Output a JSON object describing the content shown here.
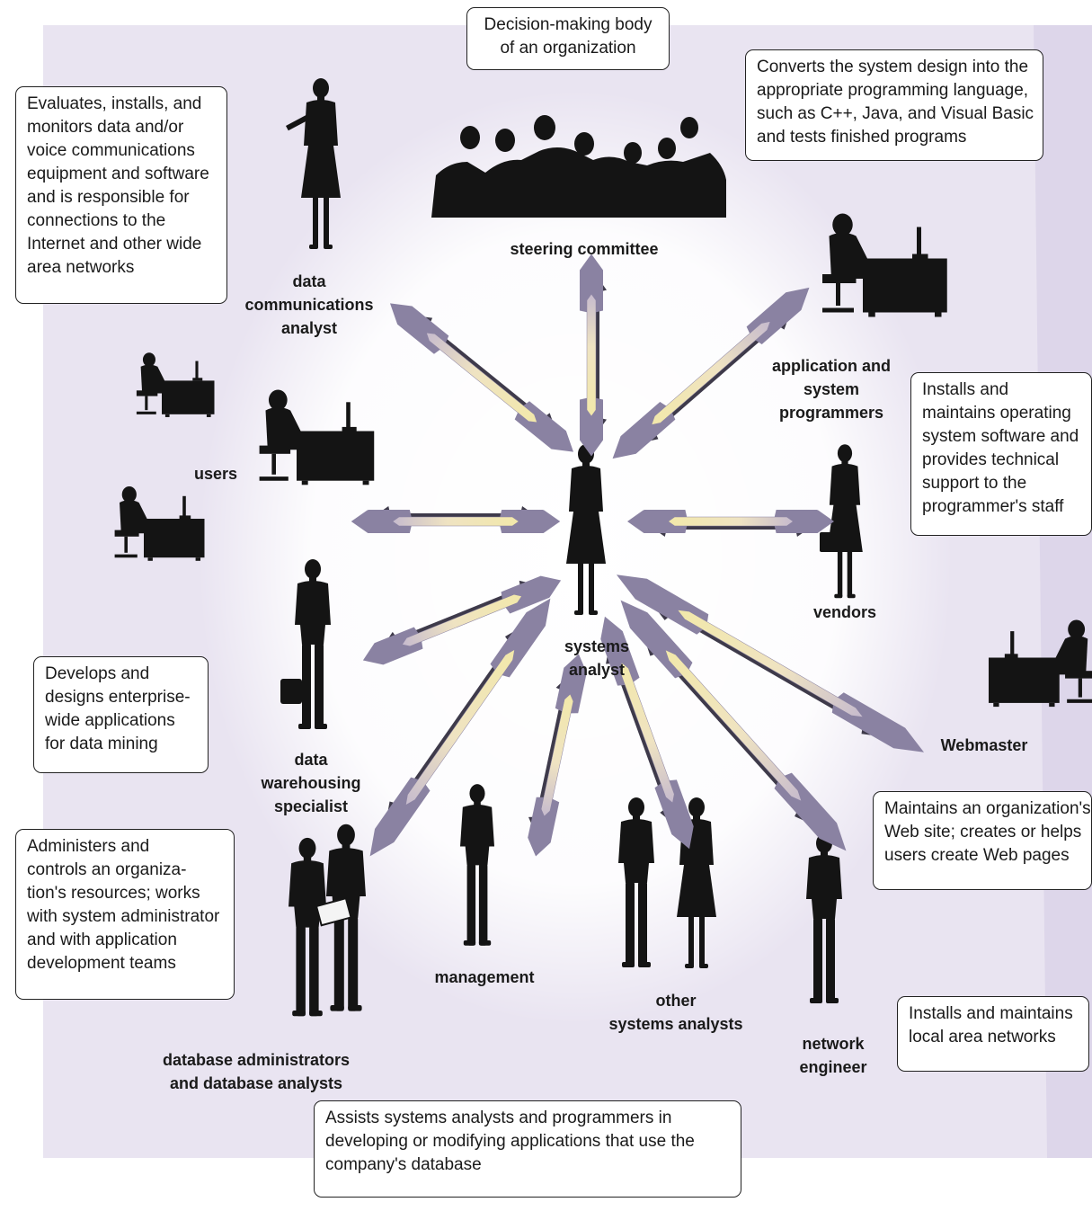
{
  "colors": {
    "background": "#ffffff",
    "panel": "#e9e4f1",
    "arrow_yellow": "#f3eaa3",
    "arrow_lavender": "#b7acd2",
    "silhouette": "#141414",
    "box_border": "#222222"
  },
  "center": {
    "label_lines": [
      "systems",
      "analyst"
    ]
  },
  "roles": [
    {
      "id": "steering-committee",
      "label_lines": [
        "steering committee"
      ]
    },
    {
      "id": "data-communications-analyst",
      "label_lines": [
        "data",
        "communications",
        "analyst"
      ]
    },
    {
      "id": "application-system-programmers",
      "label_lines": [
        "application and",
        "system",
        "programmers"
      ]
    },
    {
      "id": "users",
      "label_lines": [
        "users"
      ]
    },
    {
      "id": "vendors",
      "label_lines": [
        "vendors"
      ]
    },
    {
      "id": "data-warehousing-specialist",
      "label_lines": [
        "data",
        "warehousing",
        "specialist"
      ]
    },
    {
      "id": "webmaster",
      "label_lines": [
        "Webmaster"
      ]
    },
    {
      "id": "management",
      "label_lines": [
        "management"
      ]
    },
    {
      "id": "other-systems-analysts",
      "label_lines": [
        "other",
        "systems analysts"
      ]
    },
    {
      "id": "network-engineer",
      "label_lines": [
        "network",
        "engineer"
      ]
    },
    {
      "id": "database-administrators",
      "label_lines": [
        "database administrators",
        "and database analysts"
      ]
    }
  ],
  "descriptions": [
    {
      "id": "steering-committee",
      "lines": [
        "Decision-making body",
        "of an organization"
      ]
    },
    {
      "id": "application-system-programmers",
      "lines": [
        "Converts the system design into the",
        "appropriate programming language,",
        "such as C++, Java, and Visual Basic",
        "and tests finished programs"
      ]
    },
    {
      "id": "data-communications-analyst",
      "lines": [
        "Evaluates, installs, and",
        "monitors data and/or",
        "voice communications",
        "equipment and software",
        "and is responsible for",
        "connections to the",
        "Internet and other wide",
        "area networks"
      ]
    },
    {
      "id": "system-programmers",
      "lines": [
        "Installs and",
        "maintains operating",
        "system software and",
        "provides technical",
        "support to the",
        "programmer's staff"
      ]
    },
    {
      "id": "data-warehousing-specialist",
      "lines": [
        "Develops and",
        "designs enterprise-",
        "wide applications",
        "for data mining"
      ]
    },
    {
      "id": "webmaster",
      "lines": [
        "Maintains an organization's",
        "Web site; creates or helps",
        "users create Web pages"
      ]
    },
    {
      "id": "database-administrators",
      "lines": [
        "Administers and",
        "controls an organiza-",
        "tion's resources; works",
        "with system administrator",
        "and with application",
        "development teams"
      ]
    },
    {
      "id": "network-engineer",
      "lines": [
        "Installs and maintains",
        "local area networks"
      ]
    },
    {
      "id": "database-analysts",
      "lines": [
        "Assists systems analysts and programmers in",
        "developing or modifying applications that use the",
        "company's database"
      ]
    }
  ]
}
